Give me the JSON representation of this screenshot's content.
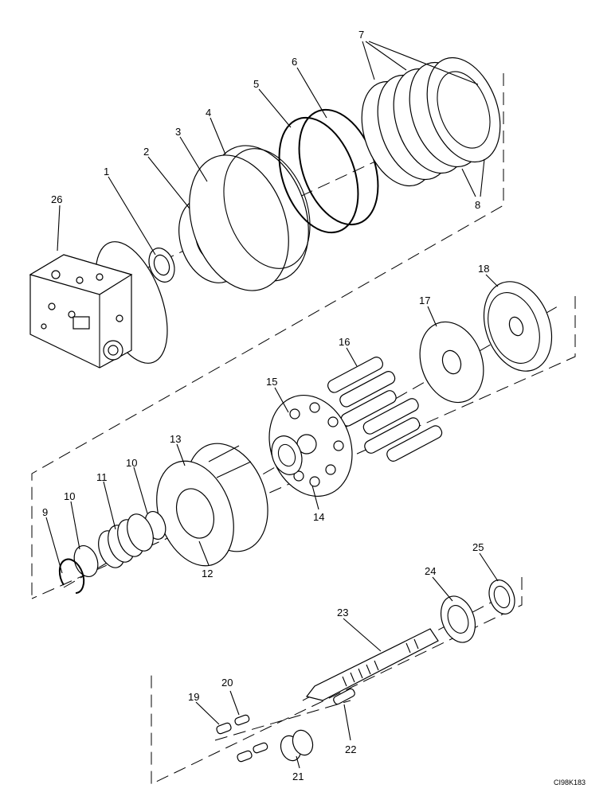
{
  "diagram": {
    "part_numbers": [
      "1",
      "2",
      "3",
      "4",
      "5",
      "6",
      "7",
      "8",
      "9",
      "10",
      "10",
      "11",
      "12",
      "13",
      "14",
      "15",
      "16",
      "17",
      "18",
      "19",
      "20",
      "21",
      "22",
      "23",
      "24",
      "25",
      "26"
    ],
    "reference_code": "CI98K183"
  }
}
